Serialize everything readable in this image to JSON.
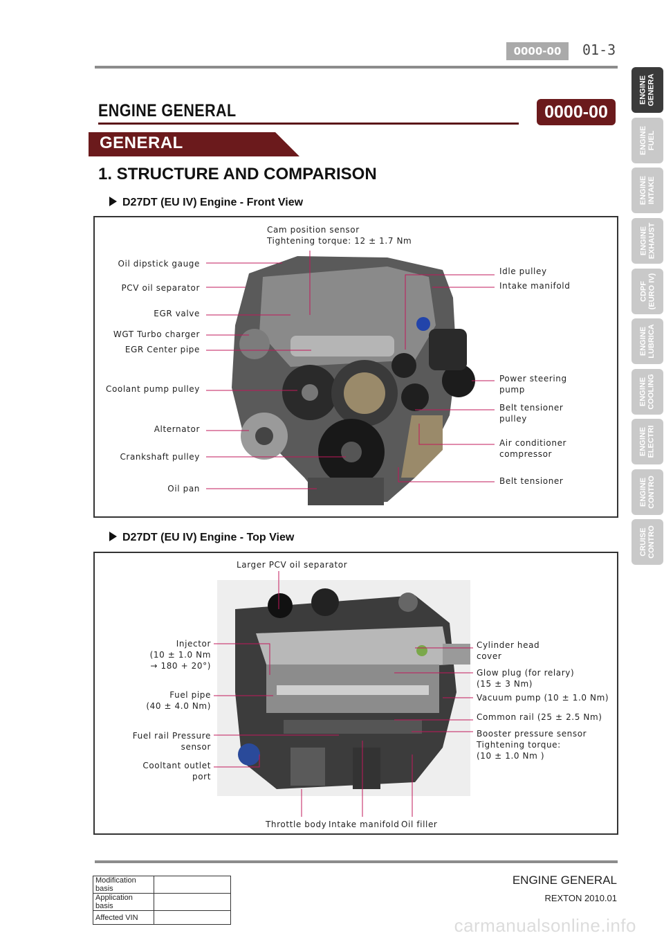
{
  "header": {
    "code_badge": "0000-00",
    "page_number": "01-3"
  },
  "title": {
    "text": "ENGINE GENERAL",
    "code": "0000-00"
  },
  "banner": "GENERAL",
  "section_heading": "1. STRUCTURE AND COMPARISON",
  "front_view": {
    "heading": "D27DT (EU IV) Engine - Front View",
    "cam_sensor": "Cam position sensor\nTightening torque: 12 ± 1.7 Nm",
    "left_labels": [
      "Oil dipstick gauge",
      "PCV oil separator",
      "EGR valve",
      "WGT Turbo charger",
      "EGR Center pipe",
      "Coolant pump pulley",
      "Alternator",
      "Crankshaft pulley",
      "Oil pan"
    ],
    "right_labels": [
      "Idle pulley",
      "Intake manifold",
      "Power steering\npump",
      "Belt tensioner\npulley",
      "Air conditioner\ncompressor",
      "Belt tensioner"
    ]
  },
  "top_view": {
    "heading": "D27DT (EU IV) Engine - Top View",
    "top_label": "Larger PCV oil separator",
    "left_labels": [
      "Injector\n(10 ± 1.0 Nm\n→ 180 + 20°)",
      "Fuel pipe\n(40 ± 4.0 Nm)",
      "Fuel rail Pressure\nsensor",
      "Cooltant outlet\nport"
    ],
    "right_labels": [
      "Cylinder head\ncover",
      "Glow plug (for relary)\n(15 ± 3 Nm)",
      "Vacuum pump (10 ± 1.0 Nm)",
      "Common rail (25 ± 2.5 Nm)",
      "Booster pressure sensor\nTightening torque:\n(10 ± 1.0 Nm )"
    ],
    "bottom_labels": [
      "Throttle body",
      "Intake manifold",
      "Oil filler"
    ]
  },
  "side_tabs": [
    {
      "label": "ENGINE\nGENERA",
      "active": true
    },
    {
      "label": "ENGINE\nFUEL",
      "active": false
    },
    {
      "label": "ENGINE\nINTAKE",
      "active": false
    },
    {
      "label": "ENGINE\nEXHAUST",
      "active": false
    },
    {
      "label": "CDPF\n(EURO IV)",
      "active": false
    },
    {
      "label": "ENGINE\nLUBRICA",
      "active": false
    },
    {
      "label": "ENGINE\nCOOLING",
      "active": false
    },
    {
      "label": "ENGINE\nELECTRI",
      "active": false
    },
    {
      "label": "ENGINE\nCONTRO",
      "active": false
    },
    {
      "label": "CRUISE\nCONTRO",
      "active": false
    }
  ],
  "footer": {
    "title": "ENGINE GENERAL",
    "subtitle": "REXTON 2010.01",
    "table": [
      {
        "key": "Modification basis",
        "value": ""
      },
      {
        "key": "Application basis",
        "value": ""
      },
      {
        "key": "Affected VIN",
        "value": ""
      }
    ],
    "watermark": "carmanualsonline.info"
  },
  "colors": {
    "accent": "#6b1a1c",
    "rule": "#8c8c8c",
    "tab_active": "#3a3a3a",
    "tab_inactive": "#c9c9c9"
  }
}
